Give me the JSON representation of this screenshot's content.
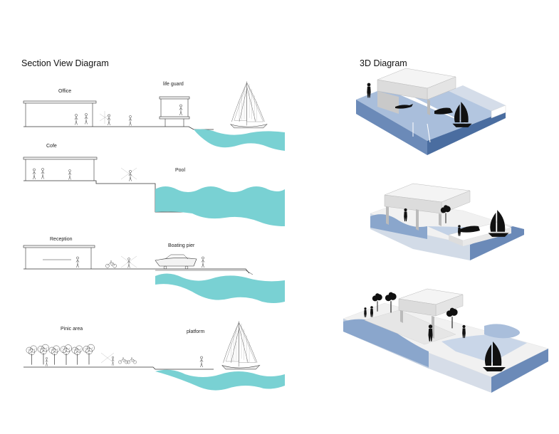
{
  "headings": {
    "section_view": "Section View Diagram",
    "three_d": "3D Diagram"
  },
  "sections": [
    {
      "labels": [
        "Office",
        "life guard"
      ]
    },
    {
      "labels": [
        "Cofe",
        "Pool"
      ]
    },
    {
      "labels": [
        "Reception",
        "Boating pier"
      ]
    },
    {
      "labels": [
        "Pinic area",
        "platform"
      ]
    }
  ],
  "colors": {
    "water": "#79d1d3",
    "water_3d": "#a9bedb",
    "water_3d_dark": "#5f7fb0",
    "slab": "#f2f2f2",
    "line": "#333333",
    "silhouette": "#111111"
  },
  "icons": [
    "sailboat-icon",
    "person-icon",
    "tree-icon",
    "bicycle-icon",
    "boat-icon",
    "swimmer-icon"
  ]
}
